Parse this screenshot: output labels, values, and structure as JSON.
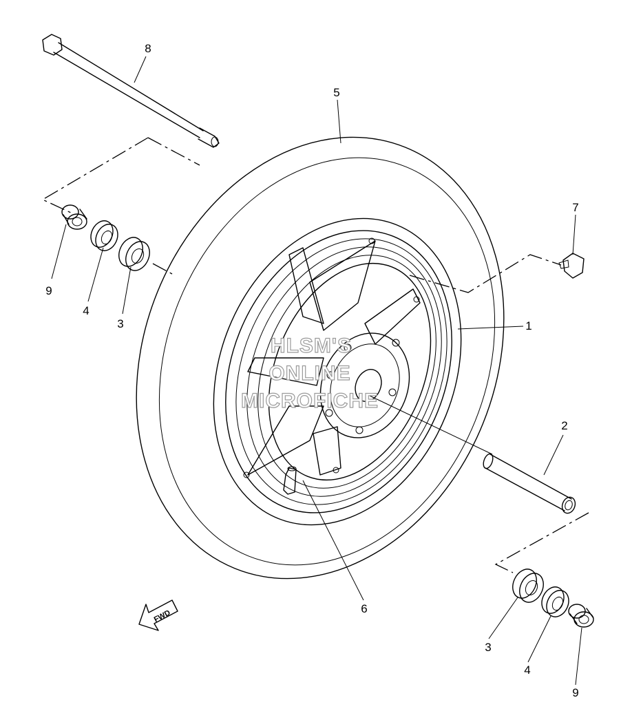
{
  "labels": {
    "axle": "8",
    "tire": "5",
    "wheel": "1",
    "spacer": "2",
    "valve": "6",
    "clip": "7",
    "left_collar": "9",
    "left_seal": "4",
    "left_bearing": "3",
    "right_bearing": "3",
    "right_seal": "4",
    "right_collar": "9"
  },
  "watermark": {
    "line1": "HLSM'S",
    "line2": "ONLINE",
    "line3": "MICROFICHE"
  },
  "fwd": "FWD"
}
